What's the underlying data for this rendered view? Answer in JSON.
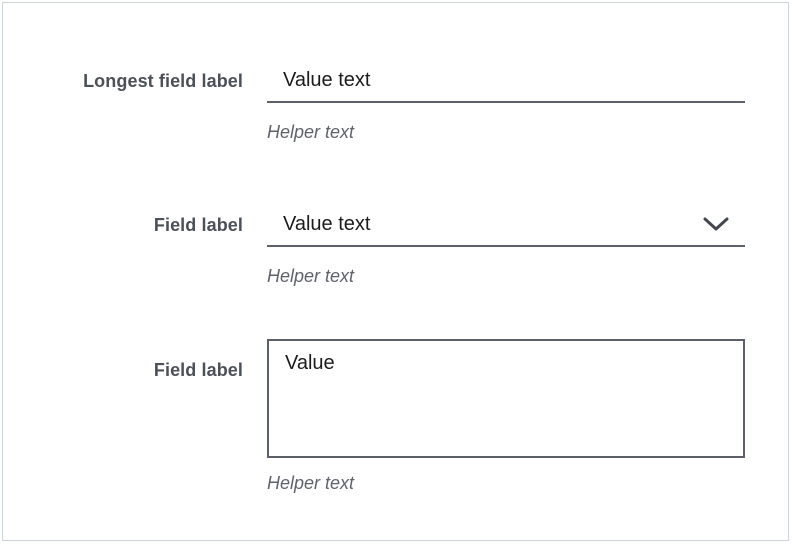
{
  "theme": {
    "page_background": "#ffffff",
    "page_border_color": "#ced4da",
    "label_color": "#4b5059",
    "value_color": "#1b1c1e",
    "helper_color": "#5f636c",
    "input_line_color": "#5c606a"
  },
  "form": {
    "fields": [
      {
        "type": "text",
        "label": "Longest field label",
        "value": "Value text",
        "helper": "Helper text"
      },
      {
        "type": "select",
        "label": "Field label",
        "value": "Value text",
        "helper": "Helper text",
        "icon": "chevron-down-icon"
      },
      {
        "type": "textarea",
        "label": "Field label",
        "value": "Value",
        "helper": "Helper text"
      }
    ]
  }
}
